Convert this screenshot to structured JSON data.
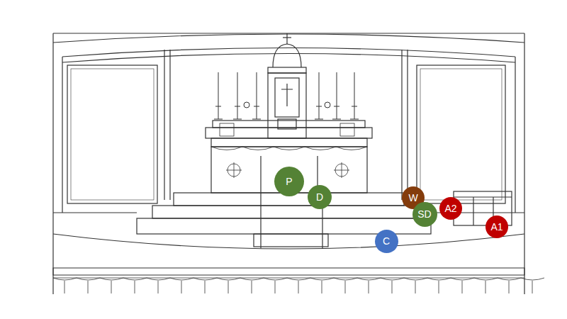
{
  "diagram": {
    "nodes": [
      {
        "text": [
          "P"
        ]
      },
      {
        "text": [
          "D"
        ]
      },
      {
        "text": [
          "W"
        ]
      },
      {
        "text": [
          "SD"
        ]
      },
      {
        "text": [
          "A2"
        ]
      },
      {
        "text": [
          "A1"
        ]
      },
      {
        "text": [
          "C"
        ]
      }
    ]
  }
}
